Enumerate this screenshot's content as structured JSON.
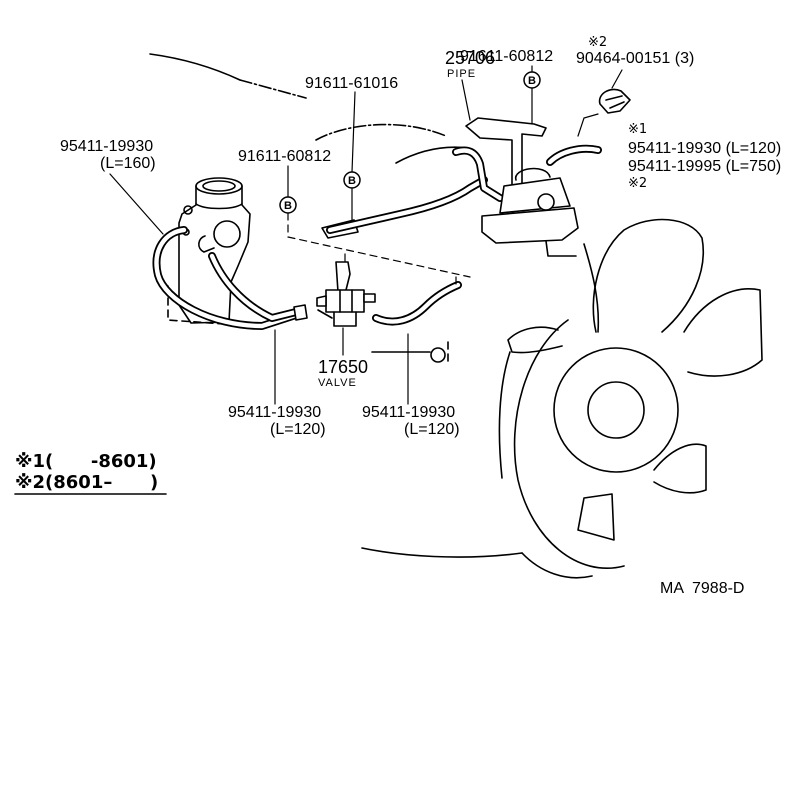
{
  "labels": {
    "top_clip_part": "91611-60812",
    "clamp_note": "※2",
    "clamp_part": "90464-00151 (3)",
    "pipe_part": "25706",
    "pipe_name": "PIPE",
    "middle_clip_part": "91611-61016",
    "left_hose_part": "95411-19930",
    "left_hose_length": "(L=160)",
    "left_clip_part": "91611-60812",
    "right_hose_note_1": "※1",
    "right_hose_part_1": "95411-19930 (L=120)",
    "right_hose_part_2": "95411-19995 (L=750)",
    "right_hose_note_2": "※2",
    "valve_part": "17650",
    "valve_name": "VALVE",
    "lower_left_hose_part": "95411-19930",
    "lower_left_hose_length": "(L=120)",
    "lower_right_hose_part": "95411-19930",
    "lower_right_hose_length": "(L=120)"
  },
  "markers": [
    "B",
    "B",
    "B"
  ],
  "legend": [
    "※1(      -8601)",
    "※2(8601–      )"
  ],
  "drawing_code": "MA  7988-D"
}
